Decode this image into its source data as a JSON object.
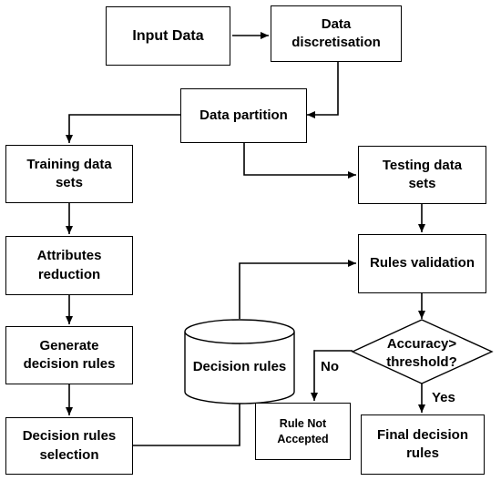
{
  "nodes": {
    "input_data": "Input Data",
    "data_discretisation": "Data\ndiscretisation",
    "data_partition": "Data partition",
    "training_data_sets": "Training data\nsets",
    "testing_data_sets": "Testing data\nsets",
    "attributes_reduction": "Attributes\nreduction",
    "generate_decision_rules": "Generate\ndecision rules",
    "decision_rules_selection": "Decision rules\nselection",
    "decision_rules_db": "Decision rules",
    "rules_validation": "Rules validation",
    "accuracy_threshold": "Accuracy>\nthreshold?",
    "rule_not_accepted": "Rule Not\nAccepted",
    "final_decision_rules": "Final decision\nrules"
  },
  "edge_labels": {
    "no": "No",
    "yes": "Yes"
  }
}
